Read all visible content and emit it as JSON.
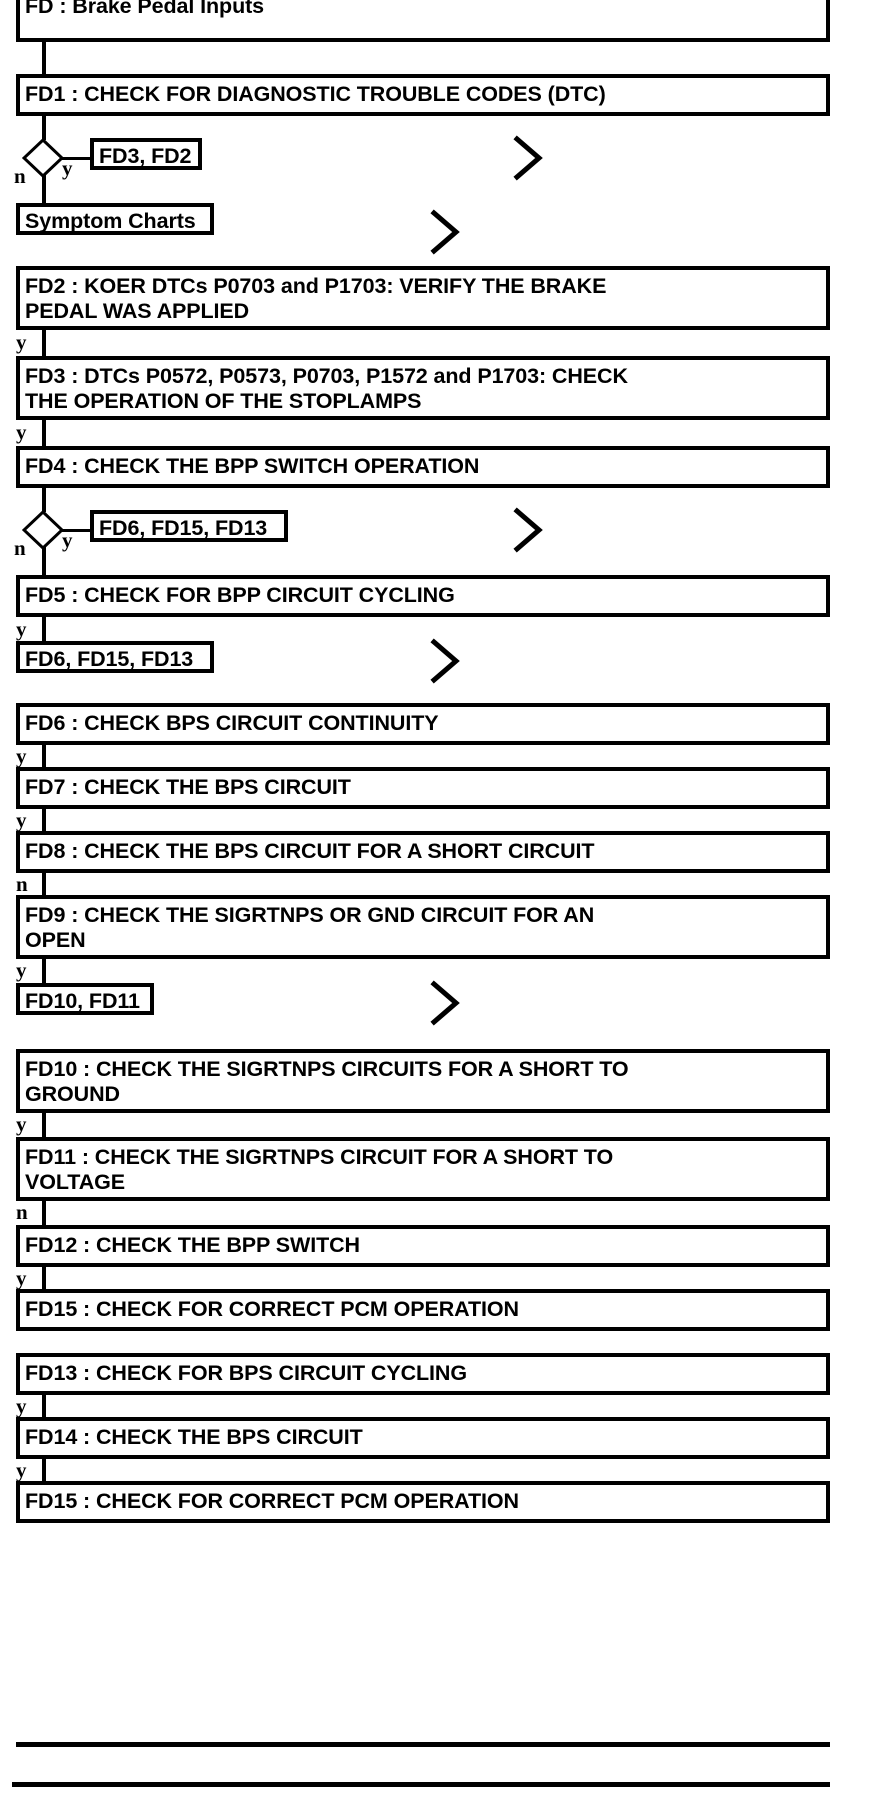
{
  "document": {
    "title": "FD : Brake Pedal Inputs",
    "type": "diagnostic-flowchart"
  },
  "chart_data": {
    "type": "diagram",
    "title": "FD : Brake Pedal Inputs",
    "orientation": "top-to-bottom",
    "nodes": [
      {
        "id": "FD",
        "label": "FD : Brake Pedal Inputs",
        "shape": "box-open-top"
      },
      {
        "id": "FD1",
        "label": "FD1 : CHECK FOR DIAGNOSTIC TROUBLE CODES (DTC)",
        "shape": "box"
      },
      {
        "id": "D1",
        "label": "",
        "shape": "diamond"
      },
      {
        "id": "R1",
        "label": "FD3, FD2",
        "shape": "reference"
      },
      {
        "id": "R2",
        "label": "Symptom Charts",
        "shape": "reference"
      },
      {
        "id": "FD2",
        "label": "FD2 : KOER DTCs P0703 and P1703: VERIFY THE BRAKE PEDAL WAS APPLIED",
        "shape": "box"
      },
      {
        "id": "FD3",
        "label": "FD3 : DTCs P0572, P0573, P0703, P1572 and P1703: CHECK THE OPERATION OF THE STOPLAMPS",
        "shape": "box"
      },
      {
        "id": "FD4",
        "label": "FD4 : CHECK THE BPP SWITCH OPERATION",
        "shape": "box"
      },
      {
        "id": "D2",
        "label": "",
        "shape": "diamond"
      },
      {
        "id": "R3",
        "label": "FD6, FD15, FD13",
        "shape": "reference"
      },
      {
        "id": "FD5",
        "label": "FD5 : CHECK FOR BPP CIRCUIT CYCLING",
        "shape": "box"
      },
      {
        "id": "R4",
        "label": "FD6, FD15, FD13",
        "shape": "reference"
      },
      {
        "id": "FD6",
        "label": "FD6 : CHECK BPS CIRCUIT CONTINUITY",
        "shape": "box"
      },
      {
        "id": "FD7",
        "label": "FD7 : CHECK THE BPS CIRCUIT",
        "shape": "box"
      },
      {
        "id": "FD8",
        "label": "FD8 : CHECK THE BPS CIRCUIT FOR A SHORT CIRCUIT",
        "shape": "box"
      },
      {
        "id": "FD9",
        "label": "FD9 : CHECK THE SIGRTNPS OR GND CIRCUIT FOR AN OPEN",
        "shape": "box"
      },
      {
        "id": "R5",
        "label": "FD10, FD11",
        "shape": "reference"
      },
      {
        "id": "FD10",
        "label": "FD10 : CHECK THE SIGRTNPS CIRCUITS FOR A SHORT TO GROUND",
        "shape": "box"
      },
      {
        "id": "FD11",
        "label": "FD11 : CHECK THE SIGRTNPS CIRCUIT FOR A SHORT TO VOLTAGE",
        "shape": "box"
      },
      {
        "id": "FD12",
        "label": "FD12 : CHECK THE BPP SWITCH",
        "shape": "box"
      },
      {
        "id": "FD15a",
        "label": "FD15 : CHECK FOR CORRECT PCM OPERATION",
        "shape": "box"
      },
      {
        "id": "FD13",
        "label": "FD13 : CHECK FOR BPS CIRCUIT CYCLING",
        "shape": "box"
      },
      {
        "id": "FD14",
        "label": "FD14 : CHECK THE BPS CIRCUIT",
        "shape": "box"
      },
      {
        "id": "FD15b",
        "label": "FD15 : CHECK FOR CORRECT PCM OPERATION",
        "shape": "box"
      }
    ],
    "edges": [
      {
        "from": "FD",
        "to": "FD1",
        "label": ""
      },
      {
        "from": "FD1",
        "to": "D1",
        "label": ""
      },
      {
        "from": "D1",
        "to": "R1",
        "label": "y"
      },
      {
        "from": "D1",
        "to": "R2",
        "label": "n"
      },
      {
        "from": "FD2",
        "to": "FD3",
        "label": "y"
      },
      {
        "from": "FD3",
        "to": "FD4",
        "label": "y"
      },
      {
        "from": "FD4",
        "to": "D2",
        "label": ""
      },
      {
        "from": "D2",
        "to": "R3",
        "label": "y"
      },
      {
        "from": "D2",
        "to": "FD5",
        "label": "n"
      },
      {
        "from": "FD5",
        "to": "R4",
        "label": "y"
      },
      {
        "from": "FD6",
        "to": "FD7",
        "label": "y"
      },
      {
        "from": "FD7",
        "to": "FD8",
        "label": "y"
      },
      {
        "from": "FD8",
        "to": "FD9",
        "label": "n"
      },
      {
        "from": "FD9",
        "to": "R5",
        "label": "y"
      },
      {
        "from": "FD10",
        "to": "FD11",
        "label": "y"
      },
      {
        "from": "FD11",
        "to": "FD12",
        "label": "n"
      },
      {
        "from": "FD12",
        "to": "FD15a",
        "label": "y"
      },
      {
        "from": "FD13",
        "to": "FD14",
        "label": "y"
      },
      {
        "from": "FD14",
        "to": "FD15b",
        "label": "y"
      }
    ]
  },
  "boxes": {
    "fd_title": "FD : Brake Pedal Inputs",
    "fd1": "FD1 : CHECK FOR DIAGNOSTIC TROUBLE CODES (DTC)",
    "fd2": "FD2 : KOER DTCs P0703 and P1703: VERIFY THE BRAKE\nPEDAL WAS APPLIED",
    "fd3": "FD3 : DTCs P0572, P0573, P0703, P1572 and P1703: CHECK\nTHE OPERATION OF THE STOPLAMPS",
    "fd4": "FD4 : CHECK THE BPP SWITCH OPERATION",
    "fd5": "FD5 : CHECK FOR BPP CIRCUIT CYCLING",
    "fd6": "FD6 : CHECK BPS CIRCUIT CONTINUITY",
    "fd7": "FD7 : CHECK THE BPS CIRCUIT",
    "fd8": "FD8 : CHECK THE BPS CIRCUIT FOR A SHORT CIRCUIT",
    "fd9": "FD9 : CHECK THE SIGRTNPS OR GND CIRCUIT FOR AN\nOPEN",
    "fd10": "FD10 : CHECK THE SIGRTNPS CIRCUITS FOR A SHORT TO\nGROUND",
    "fd11": "FD11 : CHECK THE SIGRTNPS CIRCUIT FOR A SHORT TO\nVOLTAGE",
    "fd12": "FD12 : CHECK THE BPP SWITCH",
    "fd15a": "FD15 : CHECK FOR CORRECT PCM OPERATION",
    "fd13": "FD13 : CHECK FOR BPS CIRCUIT CYCLING",
    "fd14": "FD14 : CHECK THE BPS CIRCUIT",
    "fd15b": "FD15 : CHECK FOR CORRECT PCM OPERATION"
  },
  "references": {
    "ref_fd3_fd2": "FD3, FD2",
    "ref_symptom_charts": "Symptom Charts",
    "ref_fd6_fd15_fd13_a": "FD6, FD15, FD13",
    "ref_fd6_fd15_fd13_b": "FD6, FD15, FD13",
    "ref_fd10_fd11": "FD10, FD11"
  },
  "branch_labels": {
    "d1_n": "n",
    "d1_y": "y",
    "fd2_y": "y",
    "fd3_y": "y",
    "d2_n": "n",
    "d2_y": "y",
    "fd5_y": "y",
    "fd6_y": "y",
    "fd7_y": "y",
    "fd8_n": "n",
    "fd9_y": "y",
    "fd10_y": "y",
    "fd11_n": "n",
    "fd12_y": "y",
    "fd13_y": "y",
    "fd14_y": "y"
  },
  "colors": {
    "ink": "#000000",
    "paper": "#ffffff"
  }
}
